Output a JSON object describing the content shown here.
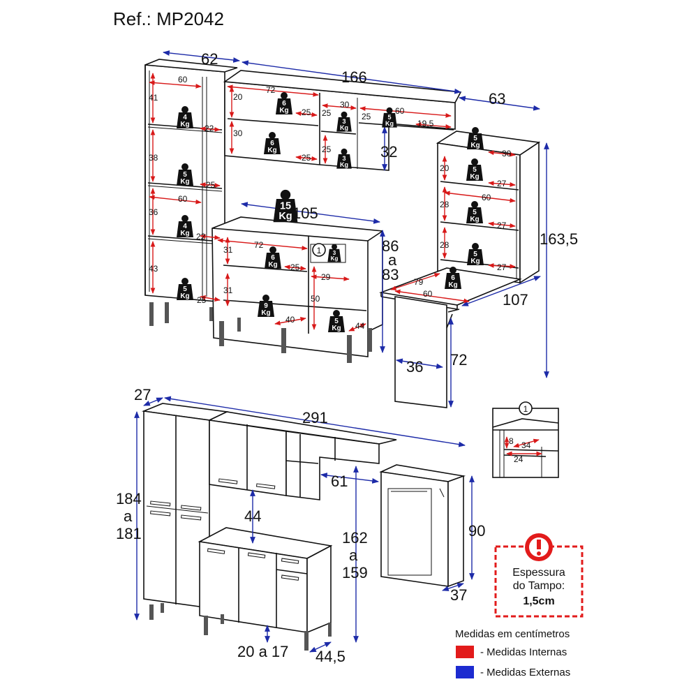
{
  "reference": "Ref.: MP2042",
  "top_external": {
    "w62": "62",
    "w166": "166",
    "w63": "63",
    "w105": "105",
    "h86": "86",
    "a1": "a",
    "h83": "83",
    "h163": "163,5",
    "w107": "107",
    "w36": "36",
    "h72": "72",
    "h32": "32"
  },
  "top_internal": {
    "c1": "60",
    "c2": "41",
    "c3": "22",
    "c4": "38",
    "c5": "25",
    "c6": "60",
    "c7": "36",
    "c8": "22",
    "c9": "43",
    "c10": "25",
    "u1": "72",
    "u2": "20",
    "u3": "30",
    "u4": "25",
    "u5": "25",
    "u6": "30",
    "u7": "25",
    "u8": "25",
    "u9": "60",
    "u10": "19,5",
    "u11": "25",
    "b1": "72",
    "b2": "31",
    "b3": "25",
    "b4": "31",
    "b5": "29",
    "b6": "50",
    "b7": "40",
    "b8": "44",
    "r1": "30",
    "r2": "20",
    "r3": "27",
    "r4": "28",
    "r5": "60",
    "r6": "27",
    "r7": "28",
    "r8": "27",
    "d1": "79",
    "d2": "60"
  },
  "weights": {
    "w1": [
      "4",
      "Kg"
    ],
    "w2": [
      "5",
      "Kg"
    ],
    "w3": [
      "4",
      "Kg"
    ],
    "w4": [
      "5",
      "Kg"
    ],
    "w5": [
      "6",
      "Kg"
    ],
    "w6": [
      "6",
      "Kg"
    ],
    "w7": [
      "3",
      "Kg"
    ],
    "w8": [
      "3",
      "Kg"
    ],
    "w9": [
      "5",
      "Kg"
    ],
    "w10": [
      "15",
      "Kg"
    ],
    "w11": [
      "6",
      "Kg"
    ],
    "w12": [
      "9",
      "Kg"
    ],
    "w13": [
      "3",
      "Kg"
    ],
    "w14": [
      "5",
      "Kg"
    ],
    "w15": [
      "5",
      "Kg"
    ],
    "w16": [
      "5",
      "Kg"
    ],
    "w17": [
      "5",
      "Kg"
    ],
    "w18": [
      "5",
      "Kg"
    ],
    "w19": [
      "6",
      "Kg"
    ]
  },
  "detail": {
    "marker": "1",
    "m8": "8",
    "m34": "34",
    "m24": "24"
  },
  "bottom_external": {
    "d27": "27",
    "w291": "291",
    "h184": "184",
    "a2": "a",
    "h181": "181",
    "h44": "44",
    "w61": "61",
    "h162": "162",
    "a3": "a",
    "h159": "159",
    "h90": "90",
    "d37": "37",
    "legs": "20 a 17",
    "d44": "44,5"
  },
  "warning": {
    "icon": "exclamation-icon",
    "line1": "Espessura",
    "line2": "do Tampo:",
    "line3": "1,5cm"
  },
  "legend": {
    "title": "Medidas em centímetros",
    "internal": "- Medidas Internas",
    "external": "- Medidas Externas",
    "internal_color": "#e21b1b",
    "external_color": "#1d2bd0"
  }
}
